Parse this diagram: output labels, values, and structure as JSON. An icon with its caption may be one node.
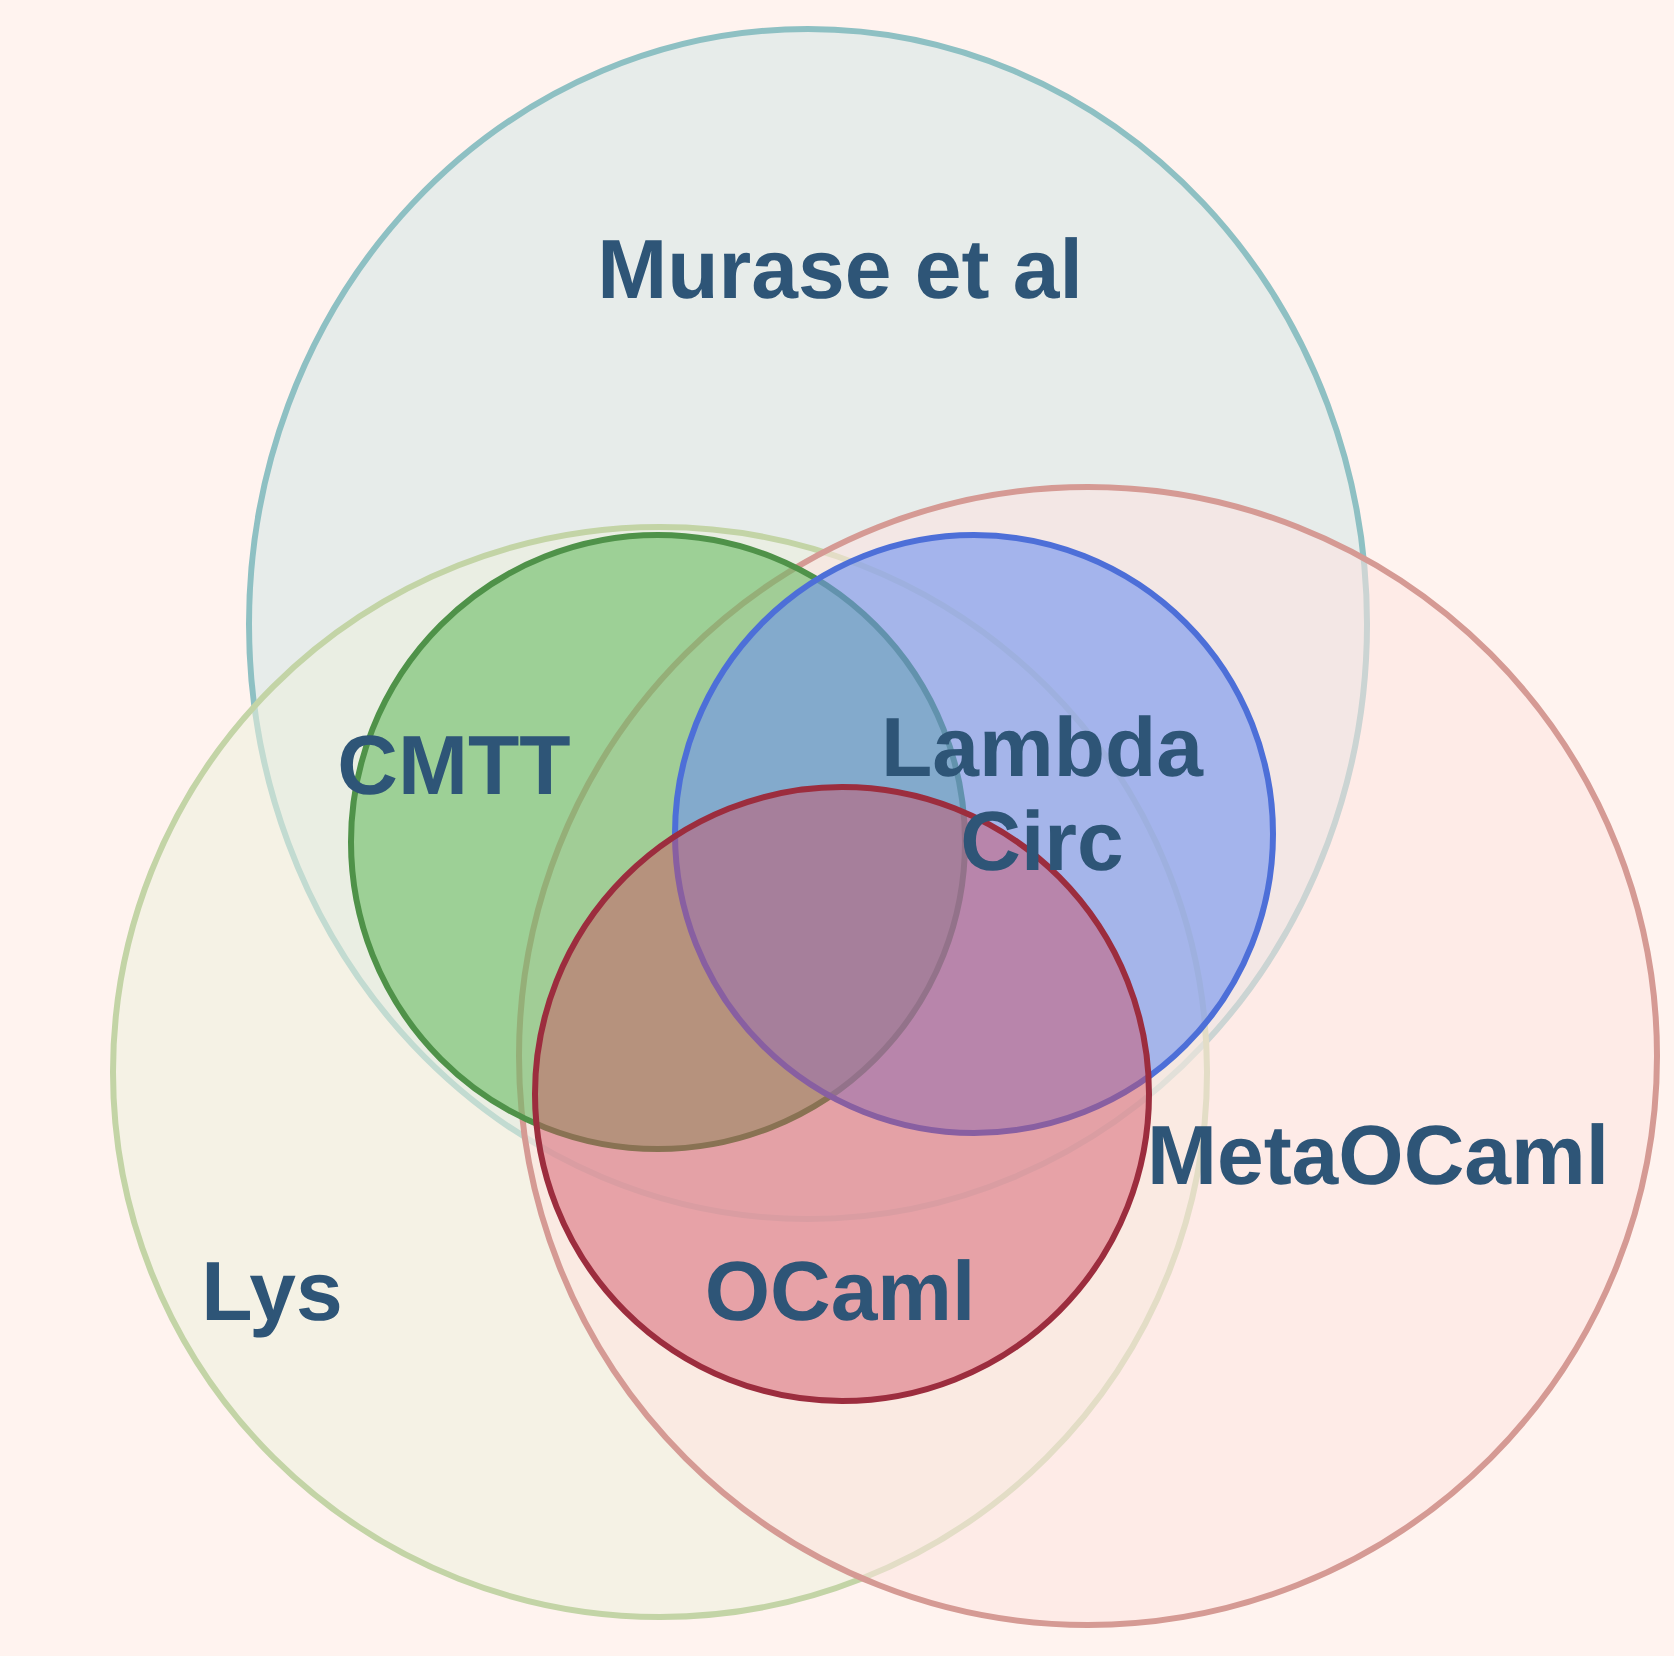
{
  "diagram": {
    "nodes": [
      {
        "text": [
          "Murase et al"
        ]
      },
      {
        "text": [
          "CMTT"
        ]
      },
      {
        "text": [
          "Lambda Circ"
        ]
      },
      {
        "text": [
          "MetaOCaml"
        ]
      },
      {
        "text": [
          "Lys"
        ]
      },
      {
        "text": [
          "OCaml"
        ]
      }
    ]
  }
}
